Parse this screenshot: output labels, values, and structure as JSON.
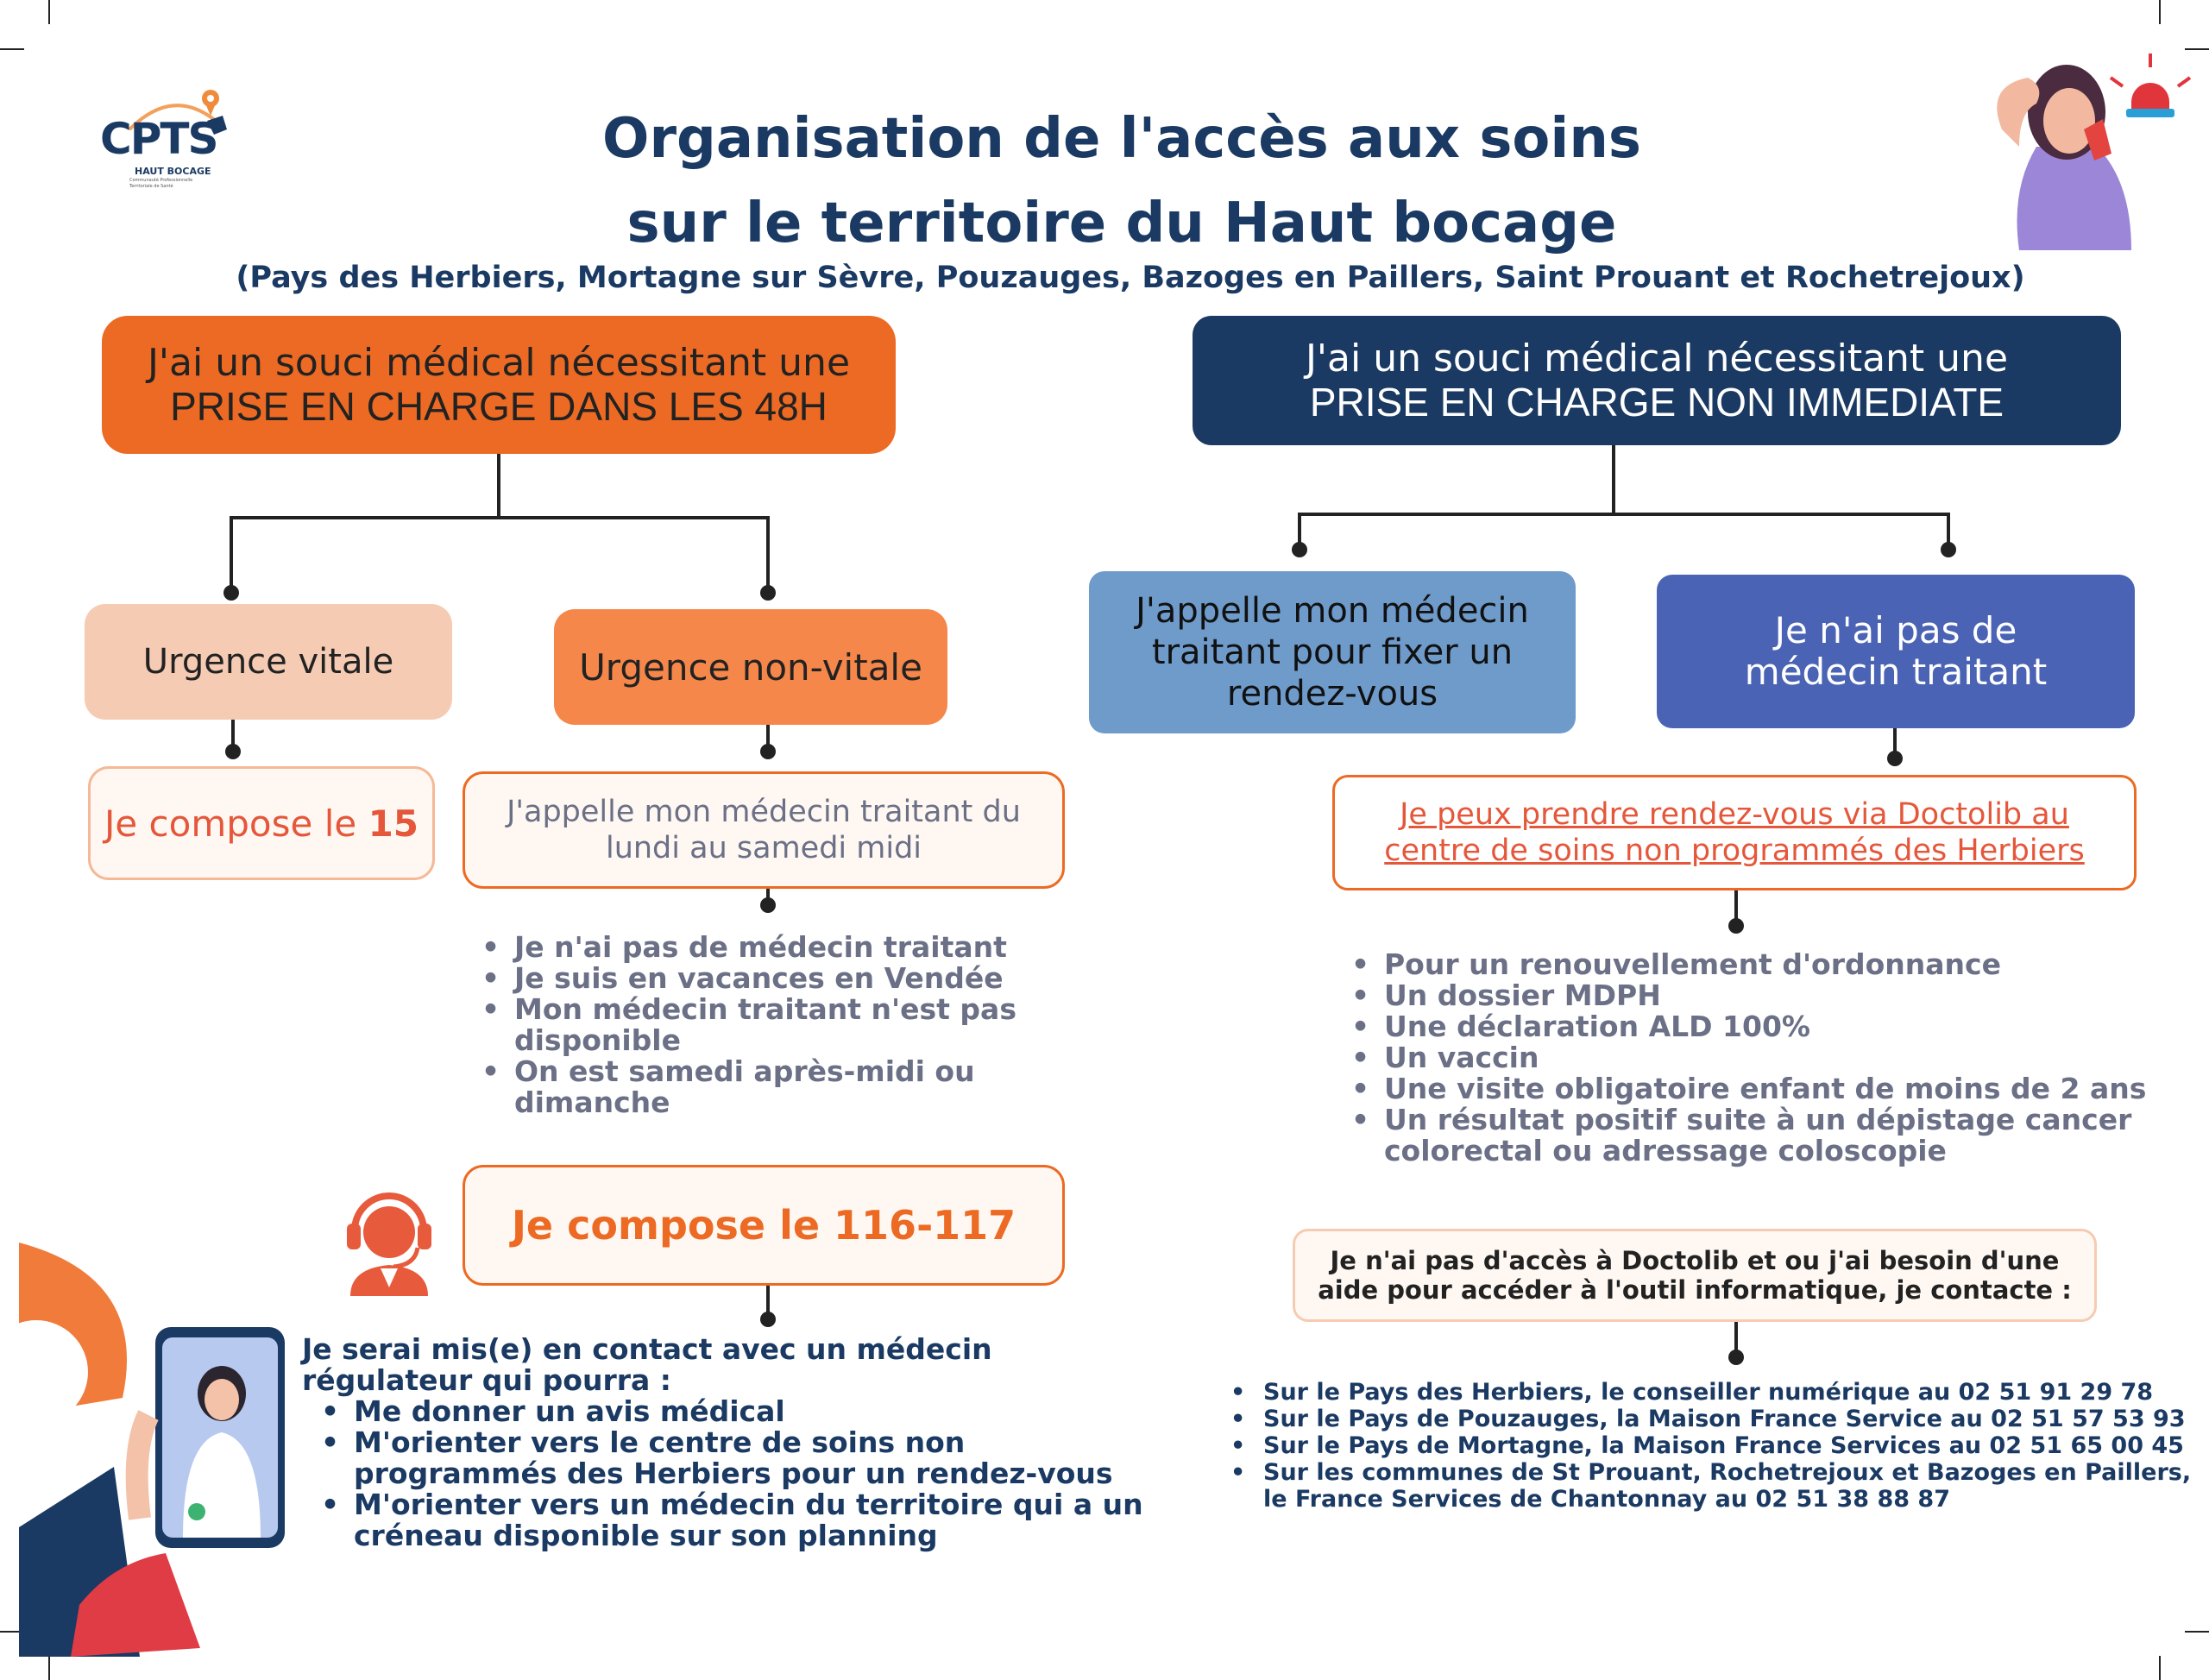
{
  "header": {
    "logo_text": "CPTS",
    "logo_sub": "HAUT BOCAGE",
    "logo_small": "Communauté Professionnelle Territoriale de Santé",
    "title_line1": "Organisation de l'accès aux soins",
    "title_line2": "sur le territoire du Haut bocage",
    "subtitle": "(Pays des Herbiers, Mortagne sur Sèvre, Pouzauges, Bazoges en Paillers, Saint Prouant et Rochetrejoux)"
  },
  "left": {
    "main_line1": "J'ai un souci médical nécessitant une",
    "main_line2": "PRISE EN CHARGE DANS LES 48H",
    "vitale": "Urgence vitale",
    "non_vitale": "Urgence non-vitale",
    "compose15_prefix": "Je compose le ",
    "compose15_number": "15",
    "appelle_line1": "J'appelle mon médecin traitant du",
    "appelle_line2": "lundi au samedi midi",
    "cases": [
      "Je n'ai pas de médecin traitant",
      "Je suis en vacances en Vendée",
      "Mon médecin traitant n'est pas disponible",
      "On est samedi après-midi ou dimanche"
    ],
    "compose116": "Je compose le 116-117",
    "contact_intro_line1": "Je serai mis(e) en contact avec un médecin",
    "contact_intro_line2": "régulateur qui pourra :",
    "contact_items": [
      "Me donner un avis médical",
      "M'orienter vers le centre de soins non programmés des Herbiers pour un rendez-vous",
      "M'orienter vers un médecin du territoire qui a un créneau disponible sur son planning"
    ]
  },
  "right": {
    "main_line1": "J'ai un souci médical nécessitant une",
    "main_line2": "PRISE EN CHARGE NON IMMEDIATE",
    "appelle": "J'appelle mon médecin traitant pour fixer un rendez-vous",
    "pas_medecin": "Je n'ai pas de médecin traitant",
    "doctolib_line1": "Je peux prendre rendez-vous via Doctolib au",
    "doctolib_line2": "centre de soins non programmés des Herbiers",
    "reasons": [
      "Pour un renouvellement d'ordonnance",
      "Un dossier MDPH",
      "Une déclaration ALD 100%",
      "Un vaccin",
      "Une visite obligatoire enfant de moins de 2 ans",
      "Un résultat positif suite à un dépistage cancer colorectal ou adressage coloscopie"
    ],
    "no_access_line1": "Je n'ai pas d'accès à Doctolib et ou j'ai besoin d'une",
    "no_access_line2": "aide pour accéder à l'outil informatique, je contacte :",
    "contacts": [
      "Sur le Pays des Herbiers, le conseiller numérique au 02 51 91 29 78",
      "Sur le Pays de Pouzauges, la Maison France Service au 02 51 57 53 93",
      "Sur le Pays de Mortagne, la Maison France Services au 02 51 65 00 45",
      "Sur les communes de St Prouant, Rochetrejoux et Bazoges en Paillers, le France Services de Chantonnay au 02 51 38 88 87"
    ]
  },
  "colors": {
    "navy": "#1b3a63",
    "orange": "#ec6a23",
    "orange_light": "#f5874a",
    "peach": "#f6cbb3",
    "blue_mid": "#6f9bcb",
    "blue_deep": "#4a63b4",
    "red_text": "#e5573a",
    "grey_text": "#6b7086"
  }
}
